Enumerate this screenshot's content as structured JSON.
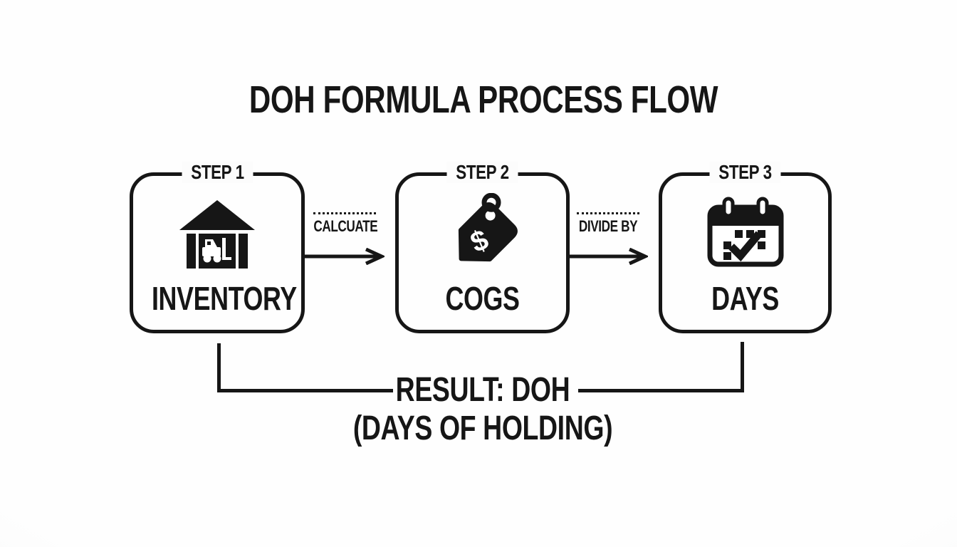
{
  "title": "DOH FORMULA PROCESS FLOW",
  "steps": [
    {
      "label": "STEP 1",
      "name": "INVENTORY",
      "icon": "warehouse-forklift-icon"
    },
    {
      "label": "STEP 2",
      "name": "COGS",
      "icon": "price-tag-dollar-icon",
      "icon_symbol": "$"
    },
    {
      "label": "STEP 3",
      "name": "DAYS",
      "icon": "calendar-check-icon"
    }
  ],
  "connectors": [
    {
      "label": "CALCUATE"
    },
    {
      "label": "DIVIDE BY"
    }
  ],
  "result": {
    "line1": "RESULT: DOH",
    "line2": "(DAYS OF HOLDING)"
  },
  "colors": {
    "ink": "#161616",
    "background_center": "#fefefe",
    "background_edge": "#f1f2f2"
  }
}
